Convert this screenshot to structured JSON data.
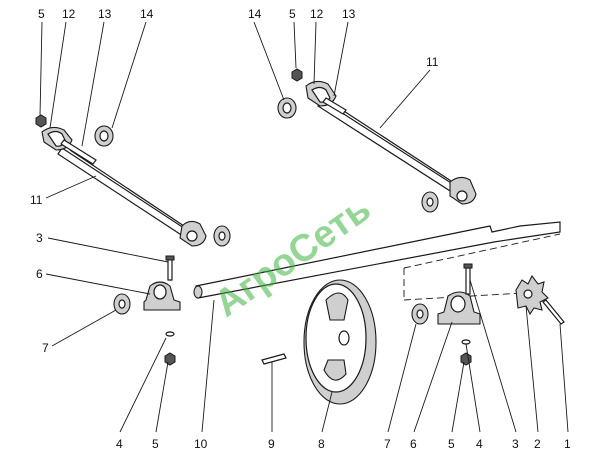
{
  "watermark": "АгроСеть",
  "callouts": {
    "c1": "1",
    "c2": "2",
    "c3a": "3",
    "c3b": "3",
    "c4a": "4",
    "c4b": "4",
    "c5a": "5",
    "c5b": "5",
    "c5c": "5",
    "c5d": "5",
    "c6a": "6",
    "c6b": "6",
    "c7a": "7",
    "c7b": "7",
    "c8": "8",
    "c9": "9",
    "c10": "10",
    "c11a": "11",
    "c11b": "11",
    "c12a": "12",
    "c12b": "12",
    "c13a": "13",
    "c13b": "13",
    "c14a": "14",
    "c14b": "14"
  },
  "colors": {
    "watermark": "#3fb43f",
    "line": "#1a1a1a",
    "shade": "#cfcfcf"
  }
}
